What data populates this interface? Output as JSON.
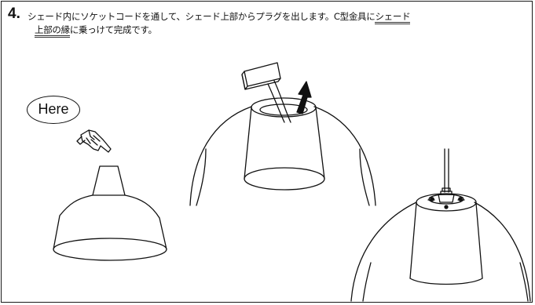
{
  "instruction": {
    "step_number": "4.",
    "text_part1": "シェード内にソケットコードを通して、シェード上部からプラグを出します。C型金具に",
    "text_underlined_a": "シェード",
    "text_underlined_b": "上部の縁",
    "text_part2": "に乗っけて完成です。"
  },
  "callout": {
    "label": "Here"
  },
  "icons": [
    "pointing-hand-icon",
    "up-arrow-icon"
  ]
}
